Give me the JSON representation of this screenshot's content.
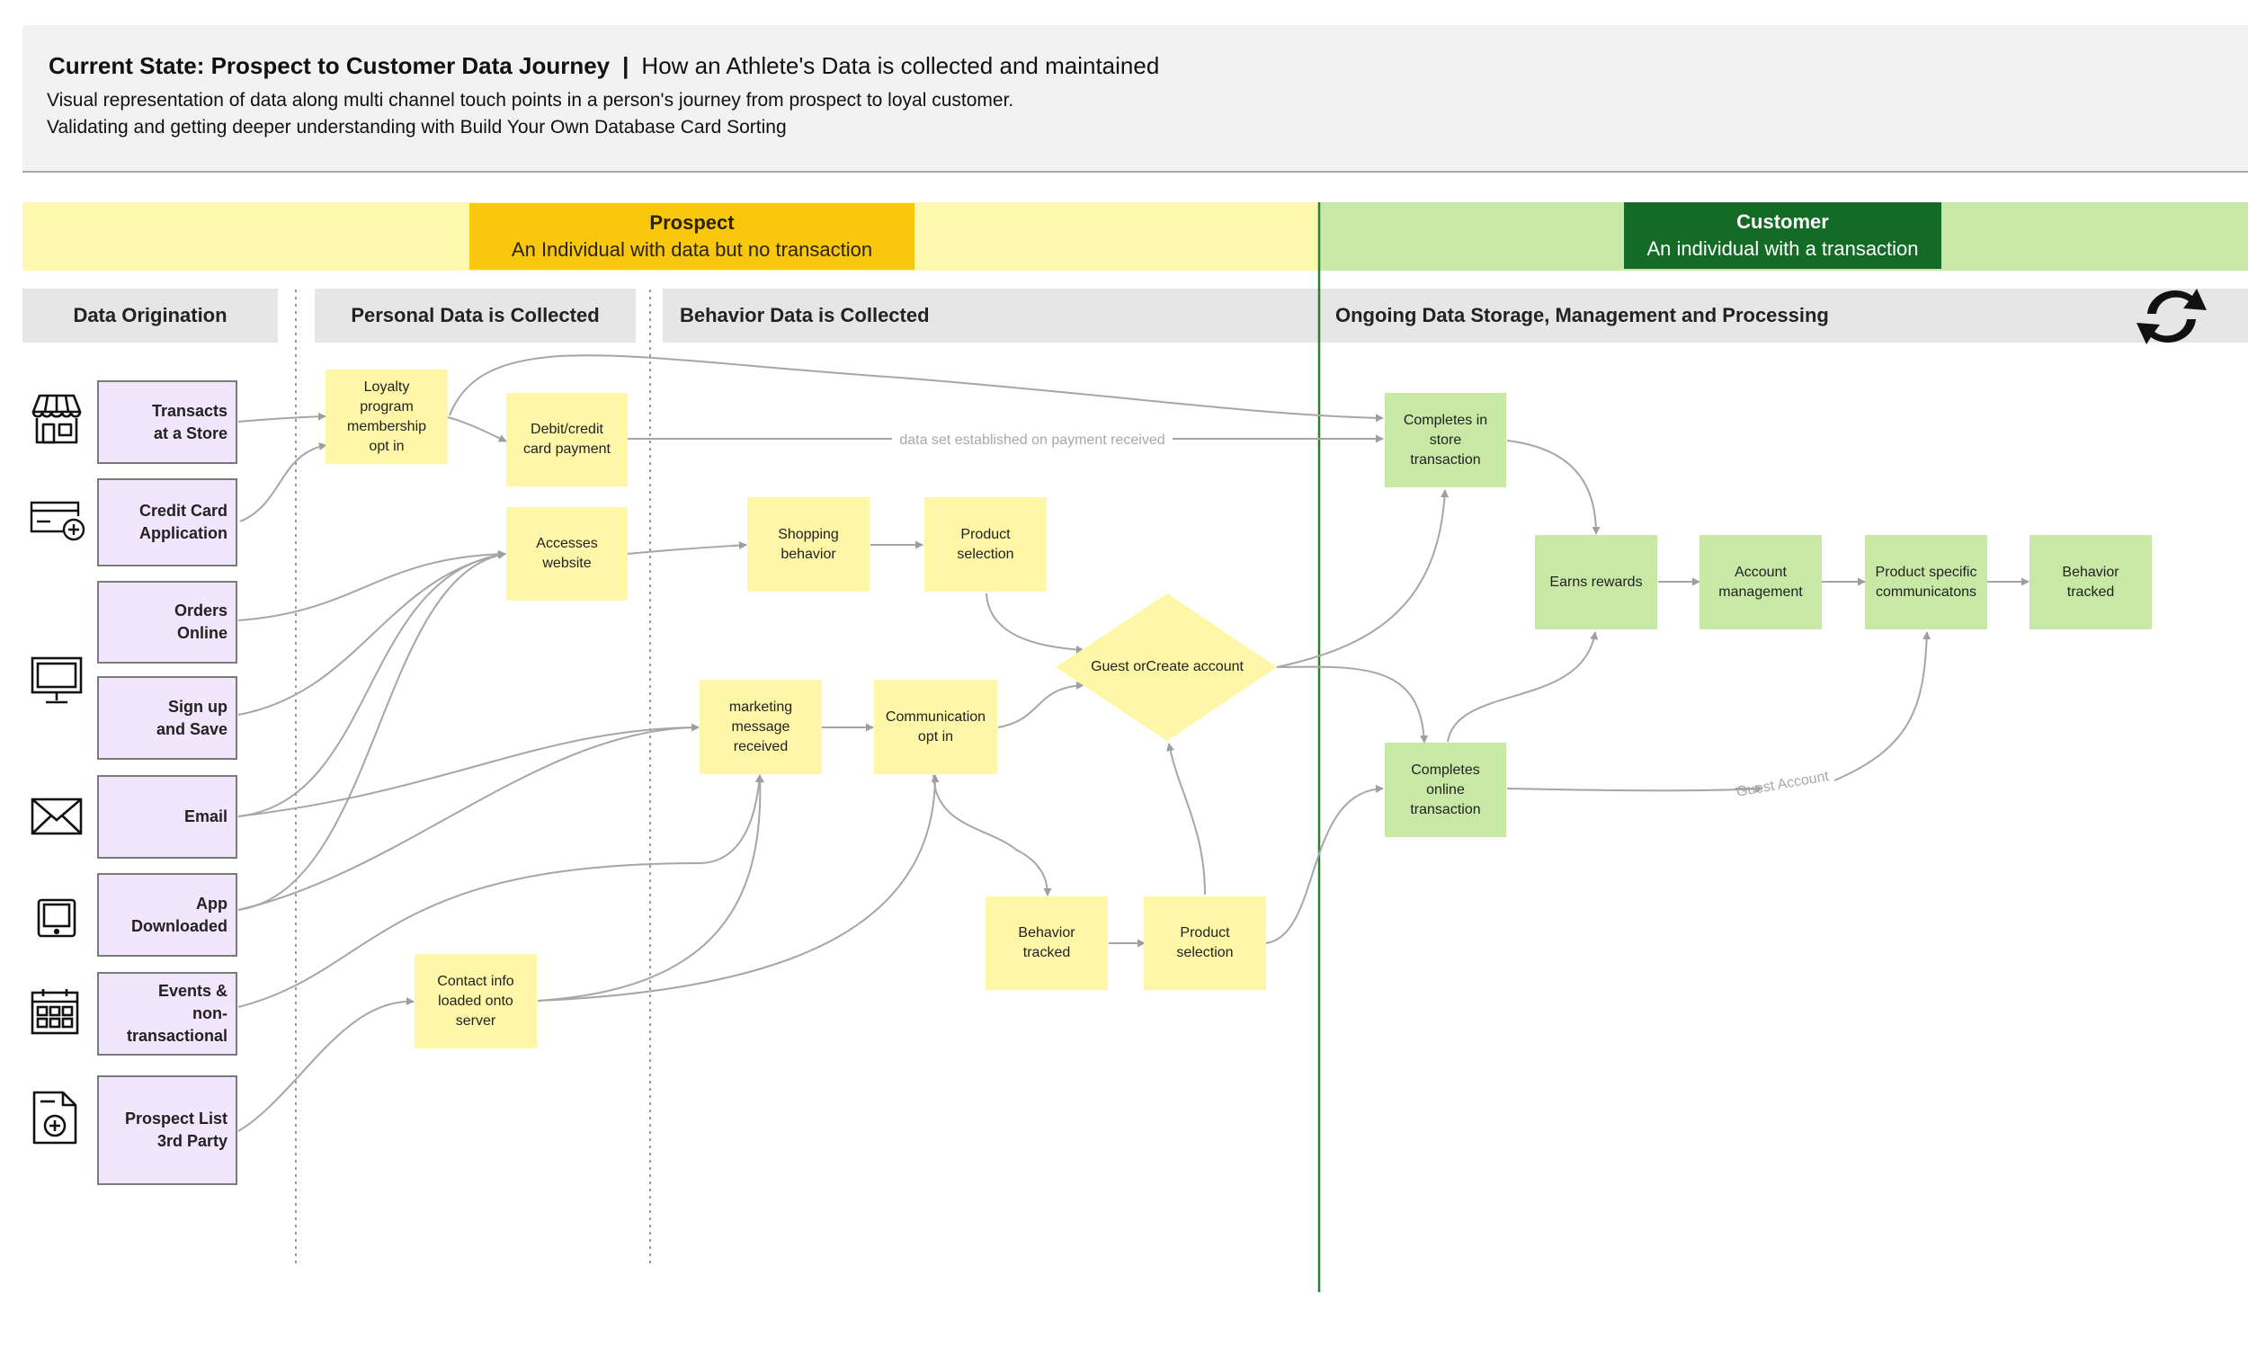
{
  "header": {
    "title": "Current State: Prospect to Customer Data Journey",
    "separator": "|",
    "subtitle": "How an Athlete's Data is collected and maintained",
    "desc_line1": "Visual representation of data along multi channel touch points in a person's journey from prospect to loyal customer.",
    "desc_line2": "Validating and getting deeper understanding  with Build Your Own Database Card Sorting"
  },
  "stages": {
    "prospect": {
      "title": "Prospect",
      "subtitle": "An Individual with data but no transaction"
    },
    "customer": {
      "title": "Customer",
      "subtitle": "An individual with a transaction"
    }
  },
  "lanes": {
    "origination": "Data Origination",
    "personal": "Personal Data is Collected",
    "behavior": "Behavior Data is Collected",
    "ongoing": "Ongoing Data Storage, Management and Processing"
  },
  "sources": {
    "store": [
      "Transacts",
      "at a Store"
    ],
    "credit": [
      "Credit Card",
      "Application"
    ],
    "orders": [
      "Orders",
      "Online"
    ],
    "signup": [
      "Sign up",
      "and Save"
    ],
    "email": [
      "Email"
    ],
    "app": [
      "App",
      "Downloaded"
    ],
    "events": [
      "Events &",
      "non-",
      "transactional"
    ],
    "prospect_list": [
      "Prospect List",
      "3rd Party"
    ]
  },
  "nodes": {
    "loyalty": [
      "Loyalty",
      "program",
      "membership",
      "opt in"
    ],
    "debit": [
      "Debit/credit",
      "card payment"
    ],
    "accesses": [
      "Accesses",
      "website"
    ],
    "contact": [
      "Contact info",
      "loaded onto",
      "server"
    ],
    "shopping": [
      "Shopping",
      "behavior"
    ],
    "product_sel_1": [
      "Product",
      "selection"
    ],
    "marketing": [
      "marketing",
      "message",
      "received"
    ],
    "comm_opt": [
      "Communication",
      "opt in"
    ],
    "guest": [
      "Guest  or",
      "Create account"
    ],
    "behavior_tracked_1": [
      "Behavior",
      "tracked"
    ],
    "product_sel_2": [
      "Product",
      "selection"
    ],
    "instore": [
      "Completes in",
      "store",
      "transaction"
    ],
    "online": [
      "Completes",
      "online",
      "transaction"
    ],
    "rewards": [
      "Earns rewards"
    ],
    "account": [
      "Account",
      "management"
    ],
    "comms": [
      "Product specific",
      "communicatons"
    ],
    "behavior_tracked_2": [
      "Behavior",
      "tracked"
    ]
  },
  "edge_labels": {
    "payment": "data set established on payment received",
    "guest_account": "Guest Account"
  },
  "icons": {
    "store": "storefront-icon",
    "credit": "credit-card-add-icon",
    "orders": "desktop-monitor-icon",
    "email": "envelope-icon",
    "app": "tablet-icon",
    "events": "calendar-icon",
    "prospect_list": "document-add-icon",
    "cycle": "refresh-cycle-icon"
  },
  "colors": {
    "prospect_band": "#fff9b0",
    "prospect_label": "#f9c80e",
    "customer_band": "#c8e8a6",
    "customer_label": "#146b25",
    "yellow_note": "#fef7a8",
    "green_note": "#c8e8a6",
    "purple_source": "#f1e6fb",
    "divider": "#2e7d32",
    "connector": "#9e9e9e"
  }
}
